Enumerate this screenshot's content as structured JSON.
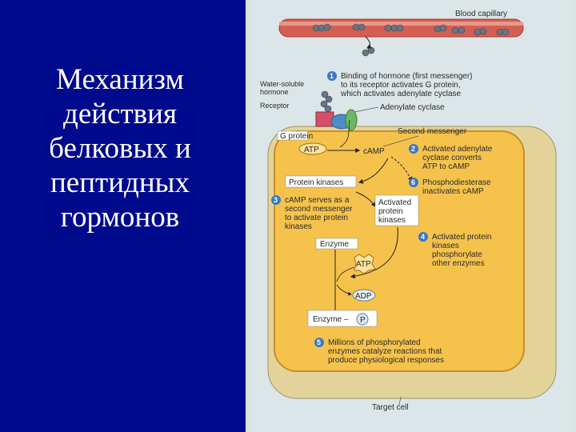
{
  "slide": {
    "title": "Механизм\nдействия\nбелковых и\nпептидных\nгормонов",
    "background_color": "#000a8c"
  },
  "diagram": {
    "blood_capillary": "Blood capillary",
    "water_soluble_hormone": [
      "Water-soluble",
      "hormone"
    ],
    "receptor": "Receptor",
    "adenylate_cyclase": "Adenylate cyclase",
    "g_protein": "G protein",
    "second_messenger": "Second messenger",
    "atp": "ATP",
    "camp": "cAMP",
    "protein_kinases": "Protein kinases",
    "activated_protein_kinases": [
      "Activated",
      "protein",
      "kinases"
    ],
    "enzyme": "Enzyme",
    "adp": "ADP",
    "phosphorylated_enzyme": "Enzyme –",
    "phosphate": "P",
    "target_cell": "Target cell",
    "steps": [
      {
        "number": "1",
        "lines": [
          "Binding of hormone (first messenger)",
          "to its receptor activates G protein,",
          "which activates adenylate cyclase"
        ]
      },
      {
        "number": "2",
        "lines": [
          "Activated adenylate",
          "cyclase converts",
          "ATP to cAMP"
        ]
      },
      {
        "number": "6",
        "lines": [
          "Phosphodiesterase",
          "inactivates cAMP"
        ]
      },
      {
        "number": "3",
        "lines": [
          "cAMP serves as a",
          "second messenger",
          "to activate protein",
          "kinases"
        ]
      },
      {
        "number": "4",
        "lines": [
          "Activated protein",
          "kinases",
          "phosphorylate",
          "other enzymes"
        ]
      },
      {
        "number": "5",
        "lines": [
          "Millions of phosphorylated",
          "enzymes catalyze reactions that",
          "produce physiological responses"
        ]
      }
    ]
  }
}
